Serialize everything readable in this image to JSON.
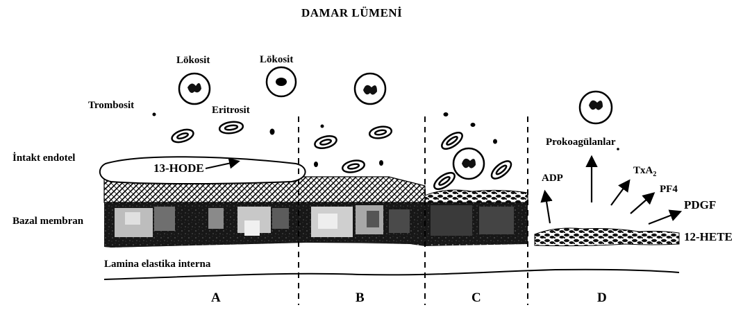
{
  "title": "DAMAR LÜMENİ",
  "labels": {
    "lokosit_1": "Lökosit",
    "lokosit_2": "Lökosit",
    "trombosit": "Trombosit",
    "eritrosit": "Eritrosit",
    "intakt_endotel": "İntakt endotel",
    "hode": "13-HODE",
    "bazal_membran": "Bazal membran",
    "lamina": "Lamina elastika interna",
    "prokoagulanlar": "Prokoagülanlar",
    "adp": "ADP",
    "txa2_main": "TxA",
    "txa2_sub": "2",
    "pf4": "PF4",
    "pdgf": "PDGF",
    "hete": "12-HETE"
  },
  "sections": [
    "A",
    "B",
    "C",
    "D"
  ]
}
